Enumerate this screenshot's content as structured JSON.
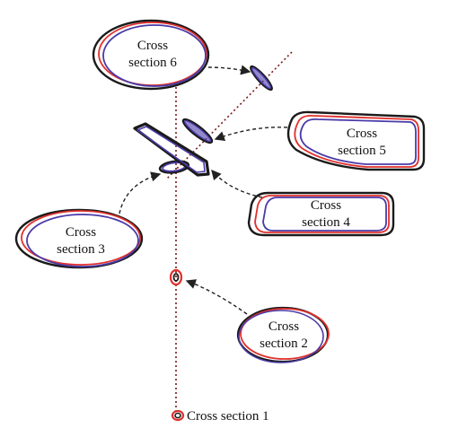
{
  "colors": {
    "black": "#1a1a1a",
    "red": "#e0302c",
    "blue": "#4a3aa8",
    "dashed": "#222222",
    "axis": "#7a1a1a"
  },
  "sections": [
    {
      "id": "cs1",
      "line1": "Cross section 1",
      "line2": ""
    },
    {
      "id": "cs2",
      "line1": "Cross",
      "line2": "section 2"
    },
    {
      "id": "cs3",
      "line1": "Cross",
      "line2": "section 3"
    },
    {
      "id": "cs4",
      "line1": "Cross",
      "line2": "section 4"
    },
    {
      "id": "cs5",
      "line1": "Cross",
      "line2": "section 5"
    },
    {
      "id": "cs6",
      "line1": "Cross",
      "line2": "section 6"
    }
  ]
}
